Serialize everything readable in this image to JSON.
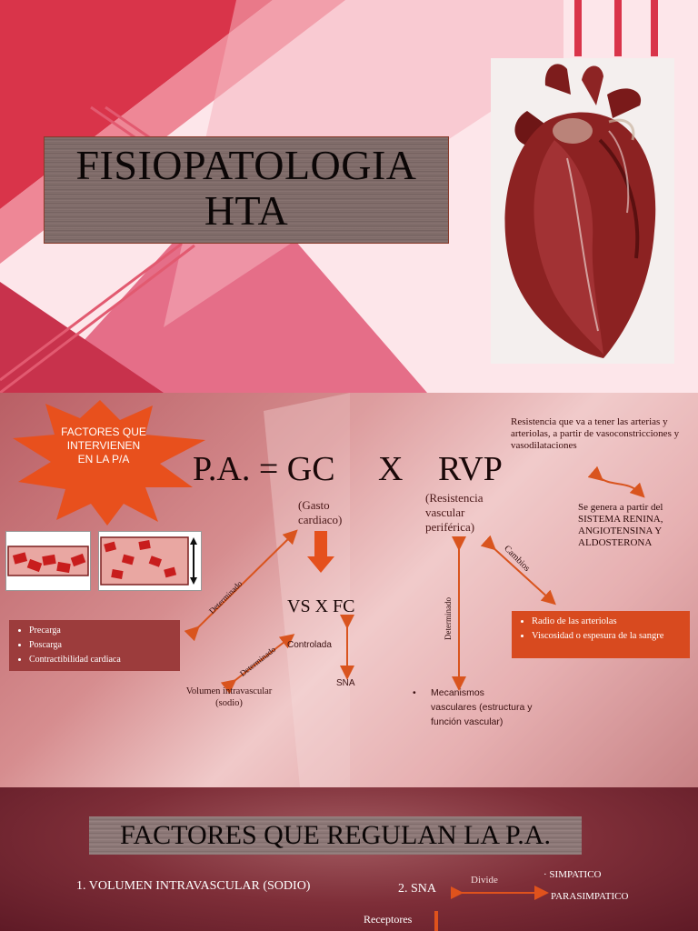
{
  "slide1": {
    "title_line1": "FISIOPATOLOGIA",
    "title_line2": "HTA"
  },
  "slide2": {
    "star_label": "FACTORES QUE INTERVIENEN EN LA P/A",
    "formula": {
      "pa": "P.A. = GC",
      "x": "X",
      "rvp": "RVP"
    },
    "gasto_note": "(Gasto cardiaco)",
    "rvp_note": "(Resistencia vascular periférica)",
    "resistencia_text": "Resistencia que va a tener las arterias y arteriolas, a partir de vasoconstricciones y vasodilataciones",
    "renina_text": "Se genera a partir del SISTEMA RENINA, ANGIOTENSINA Y ALDOSTERONA",
    "cambios_label": "Cambios",
    "radio_items": [
      "Radio de las arteriolas",
      "Viscosidad o espesura de la sangre"
    ],
    "vs_fc": "VS X FC",
    "determinado_left": "Determinado",
    "determinado_mid": "Determinado",
    "determinado_right": "Determinado",
    "controlada_label": "Controlada",
    "sna_label": "SNA",
    "precarga_items": [
      "Precarga",
      "Poscarga",
      "Contractibilidad cardiaca"
    ],
    "volumen_text": "Volumen intravascular (sodio)",
    "mecanismos_text": "Mecanismos vasculares (estructura y función vascular)",
    "colors": {
      "arrow": "#d9541e",
      "star": "#e8501d",
      "bullet_box": "#9c3c3c",
      "radio_box": "#d84a1f"
    }
  },
  "slide3": {
    "title": "FACTORES QUE REGULAN LA P.A.",
    "item1": "1. VOLUMEN INTRAVASCULAR (SODIO)",
    "item2": "2. SNA",
    "divide_label": "Divide",
    "simpatico": "SIMPATICO",
    "parasimpatico": "PARASIMPATICO",
    "receptores": "Receptores"
  }
}
